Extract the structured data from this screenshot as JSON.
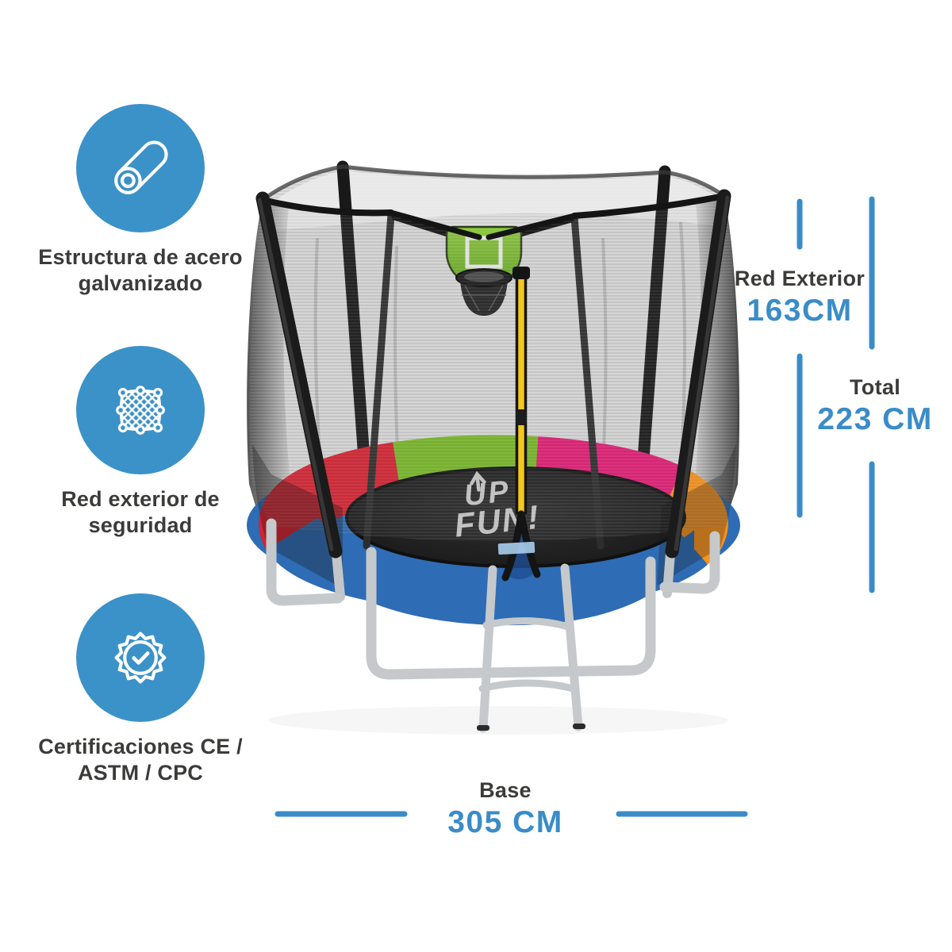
{
  "features": [
    {
      "icon": "steel-tube-icon",
      "label": "Estructura de acero\ngalvanizado"
    },
    {
      "icon": "safety-net-icon",
      "label": "Red exterior de\nseguridad"
    },
    {
      "icon": "certification-badge-icon",
      "label": "Certificaciones CE /\nASTM / CPC"
    }
  ],
  "dimensions": {
    "net_height": {
      "label": "Red Exterior",
      "value": "163CM"
    },
    "total_height": {
      "label": "Total",
      "value": "223 CM"
    },
    "base_width": {
      "label": "Base",
      "value": "305 CM"
    }
  },
  "product": {
    "brand_logo_line1": "UP",
    "brand_logo_line2": "FUN!"
  },
  "colors": {
    "accent_blue": "#3a8cc8",
    "icon_circle_blue": "#3b92c8",
    "text_dark": "#3b3b3a",
    "pad_red": "#d42332",
    "pad_green": "#79b829",
    "pad_pink": "#e11c74",
    "pad_orange": "#f6921e",
    "pad_blue": "#2e6cb5",
    "mat_black": "#1f1f1f",
    "net_gray": "#d8d8d8",
    "frame_silver": "#c6c9cb",
    "zipper_yellow": "#f3c71c",
    "hoop_green": "#8cc63f"
  }
}
